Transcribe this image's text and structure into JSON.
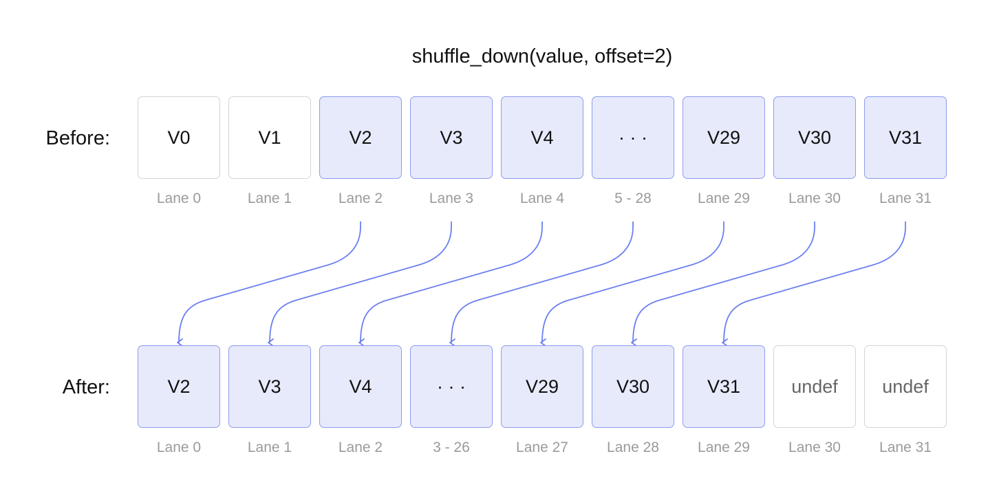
{
  "title": "shuffle_down(value, offset=2)",
  "before": {
    "label": "Before:",
    "cells": [
      {
        "text": "V0",
        "lane": "Lane 0",
        "style": "plain"
      },
      {
        "text": "V1",
        "lane": "Lane 1",
        "style": "plain"
      },
      {
        "text": "V2",
        "lane": "Lane 2",
        "style": "hl"
      },
      {
        "text": "V3",
        "lane": "Lane 3",
        "style": "hl"
      },
      {
        "text": "V4",
        "lane": "Lane 4",
        "style": "hl"
      },
      {
        "text": "· · ·",
        "lane": "5 - 28",
        "style": "hl"
      },
      {
        "text": "V29",
        "lane": "Lane 29",
        "style": "hl"
      },
      {
        "text": "V30",
        "lane": "Lane 30",
        "style": "hl"
      },
      {
        "text": "V31",
        "lane": "Lane 31",
        "style": "hl"
      }
    ]
  },
  "after": {
    "label": "After:",
    "cells": [
      {
        "text": "V2",
        "lane": "Lane 0",
        "style": "hl"
      },
      {
        "text": "V3",
        "lane": "Lane 1",
        "style": "hl"
      },
      {
        "text": "V4",
        "lane": "Lane 2",
        "style": "hl"
      },
      {
        "text": "· · ·",
        "lane": "3 - 26",
        "style": "hl"
      },
      {
        "text": "V29",
        "lane": "Lane 27",
        "style": "hl"
      },
      {
        "text": "V30",
        "lane": "Lane 28",
        "style": "hl"
      },
      {
        "text": "V31",
        "lane": "Lane 29",
        "style": "hl"
      },
      {
        "text": "undef",
        "lane": "Lane 30",
        "style": "undef"
      },
      {
        "text": "undef",
        "lane": "Lane 31",
        "style": "undef"
      }
    ]
  },
  "arrows": [
    [
      2,
      0
    ],
    [
      3,
      1
    ],
    [
      4,
      2
    ],
    [
      5,
      3
    ],
    [
      6,
      4
    ],
    [
      7,
      5
    ],
    [
      8,
      6
    ]
  ],
  "colors": {
    "arrow": "#6b7ff0",
    "highlight_fill": "#e7eafb",
    "highlight_border": "#8c9cf0",
    "plain_border": "#d4d4d4",
    "lane_text": "#9a9a9a"
  }
}
